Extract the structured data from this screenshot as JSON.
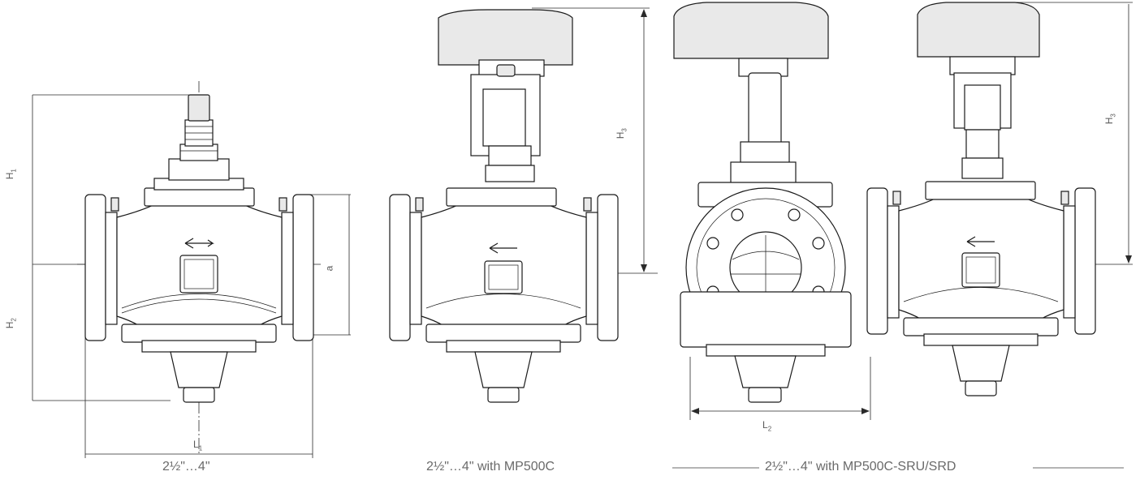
{
  "captions": {
    "view1": "2½\"…4\"",
    "view2": "2½\"…4\" with MP500C",
    "view3": "2½\"…4\" with MP500C-SRU/SRD"
  },
  "dimensions": {
    "H1": {
      "letter": "H",
      "sub": "1"
    },
    "H2": {
      "letter": "H",
      "sub": "2"
    },
    "H3a": {
      "letter": "H",
      "sub": "3"
    },
    "H3b": {
      "letter": "H",
      "sub": "3"
    },
    "L1": {
      "letter": "L",
      "sub": "1"
    },
    "L2": {
      "letter": "L",
      "sub": "2"
    },
    "a": {
      "letter": "a"
    }
  },
  "colors": {
    "line": "#1a1a1a",
    "caption": "#6a6a6a",
    "fill": "#e9e9e9"
  }
}
